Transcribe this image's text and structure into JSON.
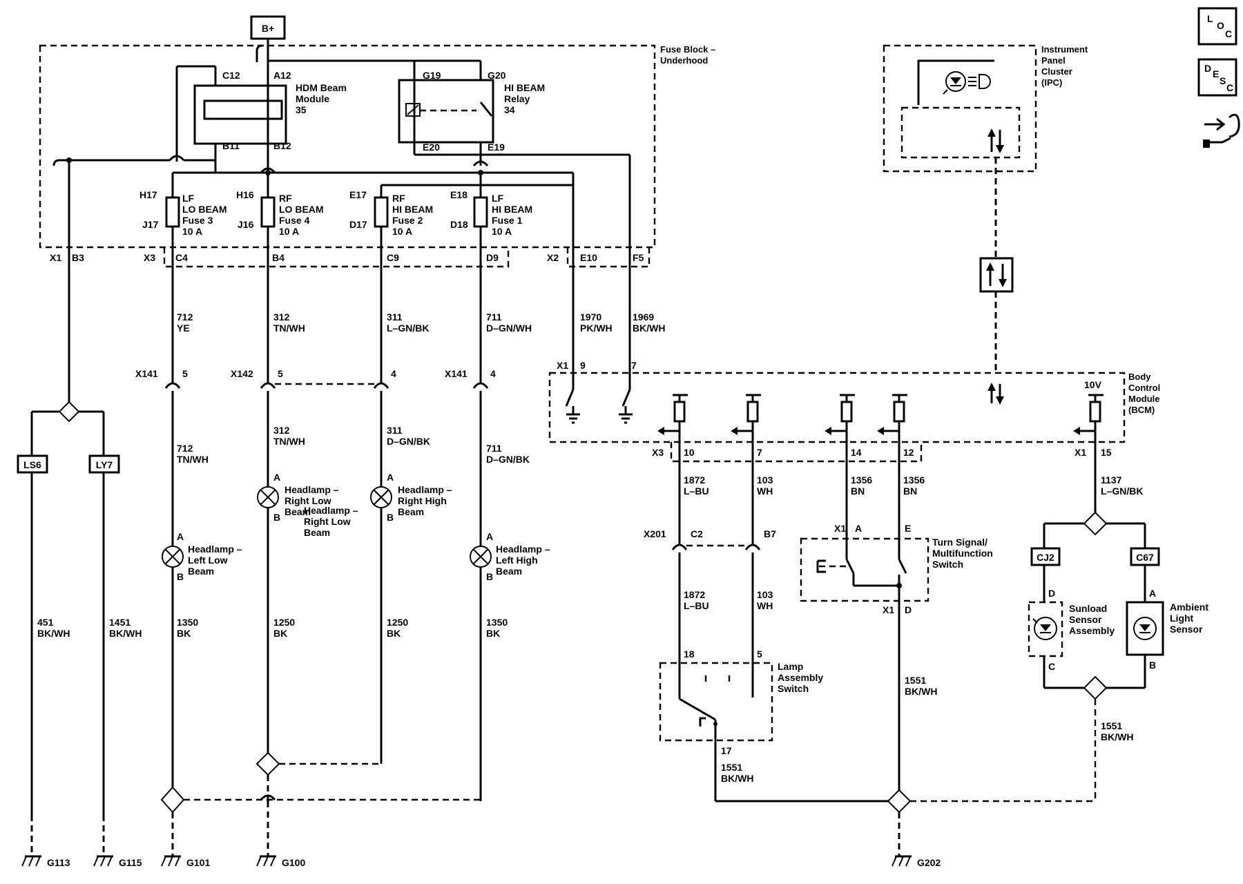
{
  "battery": "B+",
  "fuse_block": {
    "title_line1": "Fuse Block –",
    "title_line2": "Underhood"
  },
  "hdm": {
    "c12": "C12",
    "a12": "A12",
    "b11": "B11",
    "b12": "B12",
    "name": "HDM Beam",
    "name2": "Module",
    "num": "35"
  },
  "relay": {
    "g19": "G19",
    "g20": "G20",
    "e20": "E20",
    "e19": "E19",
    "name": "HI BEAM",
    "name2": "Relay",
    "num": "34"
  },
  "fuses": [
    {
      "top": "H17",
      "bot": "J17",
      "l1": "LF",
      "l2": "LO BEAM",
      "l3": "Fuse 3",
      "l4": "10 A"
    },
    {
      "top": "H16",
      "bot": "J16",
      "l1": "RF",
      "l2": "LO BEAM",
      "l3": "Fuse 4",
      "l4": "10 A"
    },
    {
      "top": "E17",
      "bot": "D17",
      "l1": "RF",
      "l2": "HI BEAM",
      "l3": "Fuse 2",
      "l4": "10 A"
    },
    {
      "top": "E18",
      "bot": "D18",
      "l1": "LF",
      "l2": "HI BEAM",
      "l3": "Fuse 1",
      "l4": "10 A"
    }
  ],
  "fb_pins": {
    "x1": "X1",
    "b3": "B3",
    "x3": "X3",
    "c4": "C4",
    "b4": "B4",
    "c9": "C9",
    "d9": "D9",
    "x2": "X2",
    "e10": "E10",
    "f5": "F5"
  },
  "circuits": {
    "c712": "712",
    "c712c": "YE",
    "c312": "312",
    "c312c": "TN/WH",
    "c311": "311",
    "c311c": "L–GN/BK",
    "c711": "711",
    "c711c": "D–GN/WH",
    "c1970": "1970",
    "c1970c": "PK/WH",
    "c1969": "1969",
    "c1969c": "BK/WH",
    "c712b": "712",
    "c712bc": "TN/WH",
    "c312b": "312",
    "c312bc": "TN/WH",
    "c311b": "311",
    "c311bc": "D–GN/BK",
    "c711b": "711",
    "c711bc": "D–GN/BK",
    "c451": "451",
    "c451c": "BK/WH",
    "c1451": "1451",
    "c1451c": "BK/WH",
    "c1350a": "1350",
    "c1350ac": "BK",
    "c1250a": "1250",
    "c1250ac": "BK",
    "c1250b": "1250",
    "c1250bc": "BK",
    "c1350b": "1350",
    "c1350bc": "BK",
    "c1872a": "1872",
    "c1872ac": "L–BU",
    "c103a": "103",
    "c103ac": "WH",
    "c1356a": "1356",
    "c1356ac": "BN",
    "c1356b": "1356",
    "c1356bc": "BN",
    "c1137": "1137",
    "c1137c": "L–GN/BK",
    "c1872b": "1872",
    "c1872bc": "L–BU",
    "c103b": "103",
    "c103bc": "WH",
    "c1551a": "1551",
    "c1551ac": "BK/WH",
    "c1551b": "1551",
    "c1551bc": "BK/WH",
    "c1551c": "1551",
    "c1551cc": "BK/WH"
  },
  "connectors": {
    "x141a": "X141",
    "x141a_pin": "5",
    "x142": "X142",
    "x142_pin": "5",
    "pin4": "4",
    "x141b": "X141",
    "x141b_pin": "4",
    "bcm_x1": "X1",
    "bcm_9": "9",
    "bcm_7": "7",
    "x3": "X3",
    "p10": "10",
    "p7": "7",
    "p14": "14",
    "p12": "12",
    "x1b": "X1",
    "p15": "15",
    "v10": "10V",
    "x201": "X201",
    "c2": "C2",
    "b7": "B7",
    "ts_x1": "X1",
    "ts_a": "A",
    "ts_e": "E",
    "ts_x1b": "X1",
    "ts_d": "D",
    "p18": "18",
    "p5": "5",
    "p17": "17"
  },
  "components": {
    "ls6": "LS6",
    "ly7": "LY7",
    "c12b": "CJ2",
    "c67": "C67",
    "hl_ll": [
      "Headlamp –",
      "Left Low",
      "Beam"
    ],
    "hl_rl": [
      "Headlamp –",
      "Right Low",
      "Beam"
    ],
    "hl_rl2": [
      "Headlamp –",
      "Right Low",
      "Beam"
    ],
    "hl_rh": [
      "Headlamp –",
      "Right High",
      "Beam"
    ],
    "hl_lh": [
      "Headlamp –",
      "Left High",
      "Beam"
    ],
    "pinA": "A",
    "pinB": "B",
    "bcm": [
      "Body",
      "Control",
      "Module",
      "(BCM)"
    ],
    "ipc": [
      "Instrument",
      "Panel",
      "Cluster",
      "(IPC)"
    ],
    "turn": [
      "Turn Signal/",
      "Multifunction",
      "Switch"
    ],
    "lamp": [
      "Lamp",
      "Assembly",
      "Switch"
    ],
    "sunload": [
      "Sunload",
      "Sensor",
      "Assembly"
    ],
    "ambient": [
      "Ambient",
      "Light",
      "Sensor"
    ],
    "sd": "D",
    "sc": "C",
    "aa": "A",
    "ab": "B"
  },
  "grounds": [
    "G113",
    "G115",
    "G101",
    "G100",
    "G202"
  ],
  "side_icons": {
    "loc": [
      "L",
      "O",
      "C"
    ],
    "desc": [
      "D",
      "E",
      "S",
      "C"
    ]
  }
}
